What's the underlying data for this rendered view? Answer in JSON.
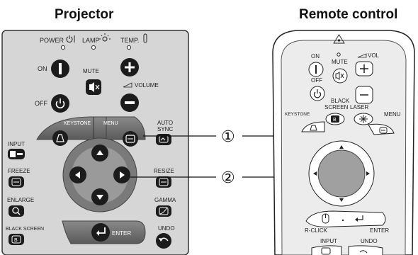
{
  "titles": {
    "projector": "Projector",
    "remote": "Remote control"
  },
  "projector": {
    "indicators": {
      "power": "POWER",
      "lamp": "LAMP",
      "temp": "TEMP."
    },
    "labels": {
      "on": "ON",
      "off": "OFF",
      "mute": "MUTE",
      "volume": "VOLUME",
      "keystone": "KEYSTONE",
      "menu": "MENU",
      "auto_sync": "AUTO SYNC",
      "auto": "AUTO",
      "sync": "SYNC",
      "input": "INPUT",
      "freeze": "FREEZE",
      "resize": "RESIZE",
      "enlarge": "ENLARGE",
      "gamma": "GAMMA",
      "black_screen": "BLACK SCREEN",
      "undo": "UNDO",
      "enter": "ENTER"
    }
  },
  "remote": {
    "labels": {
      "on": "ON",
      "off": "OFF",
      "mute": "MUTE",
      "vol": "VOL",
      "black": "BLACK",
      "screen": "SCREEN",
      "laser": "LASER",
      "keystone": "KEYSTONE",
      "menu": "MENU",
      "b_key": "B",
      "r_click": "R-CLICK",
      "enter": "ENTER",
      "input": "INPUT",
      "undo": "UNDO"
    }
  },
  "callouts": [
    "①",
    "②"
  ],
  "colors": {
    "panel": "#d6d6d6",
    "button_dark": "#1c1c1c",
    "ring": "#6e6e6e",
    "ring_light": "#a0a0a0",
    "remote_body": "#ececec"
  }
}
